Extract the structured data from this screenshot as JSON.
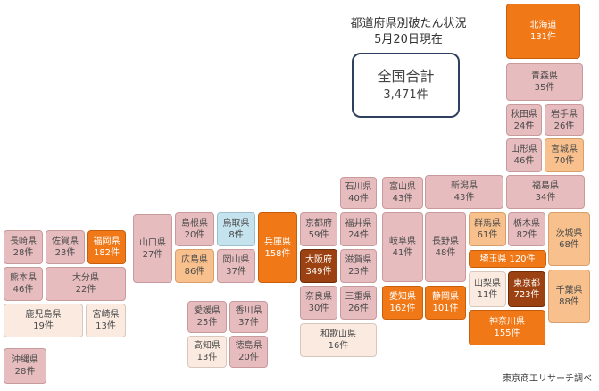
{
  "title_line1": "都道府県別破たん状況",
  "title_line2": "5月20日現在",
  "total_label": "全国合計",
  "total_value": "3,471件",
  "source": "東京商工リサーチ調べ",
  "band_colors": {
    "zero": "#c5e3ee",
    "lowest": "#faeae0",
    "low": "#e7bcbe",
    "mid": "#f8c08c",
    "high": "#f07817",
    "highest": "#9c4212"
  },
  "prefectures": [
    {
      "name": "北海道",
      "count": "131件"
    },
    {
      "name": "青森県",
      "count": "35件"
    },
    {
      "name": "秋田県",
      "count": "24件"
    },
    {
      "name": "岩手県",
      "count": "26件"
    },
    {
      "name": "山形県",
      "count": "46件"
    },
    {
      "name": "宮城県",
      "count": "70件"
    },
    {
      "name": "新潟県",
      "count": "43件"
    },
    {
      "name": "福島県",
      "count": "34件"
    },
    {
      "name": "石川県",
      "count": "40件"
    },
    {
      "name": "富山県",
      "count": "43件"
    },
    {
      "name": "群馬県",
      "count": "61件"
    },
    {
      "name": "栃木県",
      "count": "82件"
    },
    {
      "name": "茨城県",
      "count": "68件"
    },
    {
      "name": "埼玉県",
      "count": "120件"
    },
    {
      "name": "長野県",
      "count": "48件"
    },
    {
      "name": "岐阜県",
      "count": "41件"
    },
    {
      "name": "福井県",
      "count": "24件"
    },
    {
      "name": "京都府",
      "count": "59件"
    },
    {
      "name": "滋賀県",
      "count": "23件"
    },
    {
      "name": "大阪府",
      "count": "349件"
    },
    {
      "name": "兵庫県",
      "count": "158件"
    },
    {
      "name": "山梨県",
      "count": "11件"
    },
    {
      "name": "東京都",
      "count": "723件"
    },
    {
      "name": "千葉県",
      "count": "88件"
    },
    {
      "name": "神奈川県",
      "count": "155件"
    },
    {
      "name": "奈良県",
      "count": "30件"
    },
    {
      "name": "三重県",
      "count": "26件"
    },
    {
      "name": "愛知県",
      "count": "162件"
    },
    {
      "name": "静岡県",
      "count": "101件"
    },
    {
      "name": "和歌山県",
      "count": "16件"
    },
    {
      "name": "鳥取県",
      "count": "8件"
    },
    {
      "name": "島根県",
      "count": "20件"
    },
    {
      "name": "岡山県",
      "count": "37件"
    },
    {
      "name": "広島県",
      "count": "86件"
    },
    {
      "name": "山口県",
      "count": "27件"
    },
    {
      "name": "愛媛県",
      "count": "25件"
    },
    {
      "name": "香川県",
      "count": "37件"
    },
    {
      "name": "高知県",
      "count": "13件"
    },
    {
      "name": "徳島県",
      "count": "20件"
    },
    {
      "name": "長崎県",
      "count": "28件"
    },
    {
      "name": "佐賀県",
      "count": "23件"
    },
    {
      "name": "福岡県",
      "count": "182件"
    },
    {
      "name": "熊本県",
      "count": "46件"
    },
    {
      "name": "大分県",
      "count": "22件"
    },
    {
      "name": "鹿児島県",
      "count": "19件"
    },
    {
      "name": "宮崎県",
      "count": "13件"
    },
    {
      "name": "沖縄県",
      "count": "28件"
    }
  ]
}
